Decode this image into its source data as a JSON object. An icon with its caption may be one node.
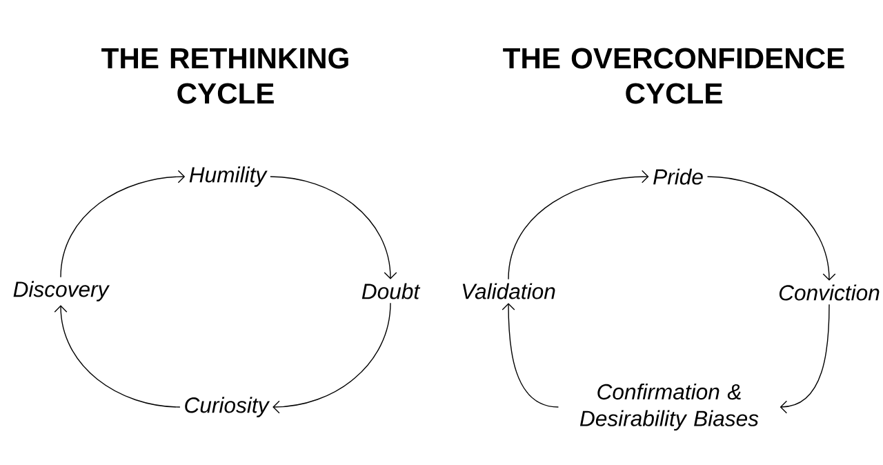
{
  "diagram": {
    "nodes": [
      {
        "text": [
          "Humility"
        ]
      },
      {
        "text": [
          "Doubt"
        ]
      },
      {
        "text": [
          "Curiosity"
        ]
      },
      {
        "text": [
          "Discovery"
        ]
      },
      {
        "text": [
          "Pride"
        ]
      },
      {
        "text": [
          "Conviction"
        ]
      },
      {
        "text": [
          "Confirmation & Desirability Biases"
        ]
      },
      {
        "text": [
          "Validation"
        ]
      }
    ],
    "edges": [
      {
        "from": 0,
        "to": 1,
        "arrow": "to"
      },
      {
        "from": 1,
        "to": 2,
        "arrow": "to"
      },
      {
        "from": 2,
        "to": 3,
        "arrow": "to"
      },
      {
        "from": 3,
        "to": 0,
        "arrow": "to"
      },
      {
        "from": 4,
        "to": 5,
        "arrow": "to"
      },
      {
        "from": 5,
        "to": 6,
        "arrow": "to"
      },
      {
        "from": 6,
        "to": 7,
        "arrow": "to"
      },
      {
        "from": 7,
        "to": 4,
        "arrow": "to"
      }
    ],
    "labels": [
      "THE RETHINKING CYCLE",
      "THE OVERCONFIDENCE CYCLE"
    ]
  }
}
